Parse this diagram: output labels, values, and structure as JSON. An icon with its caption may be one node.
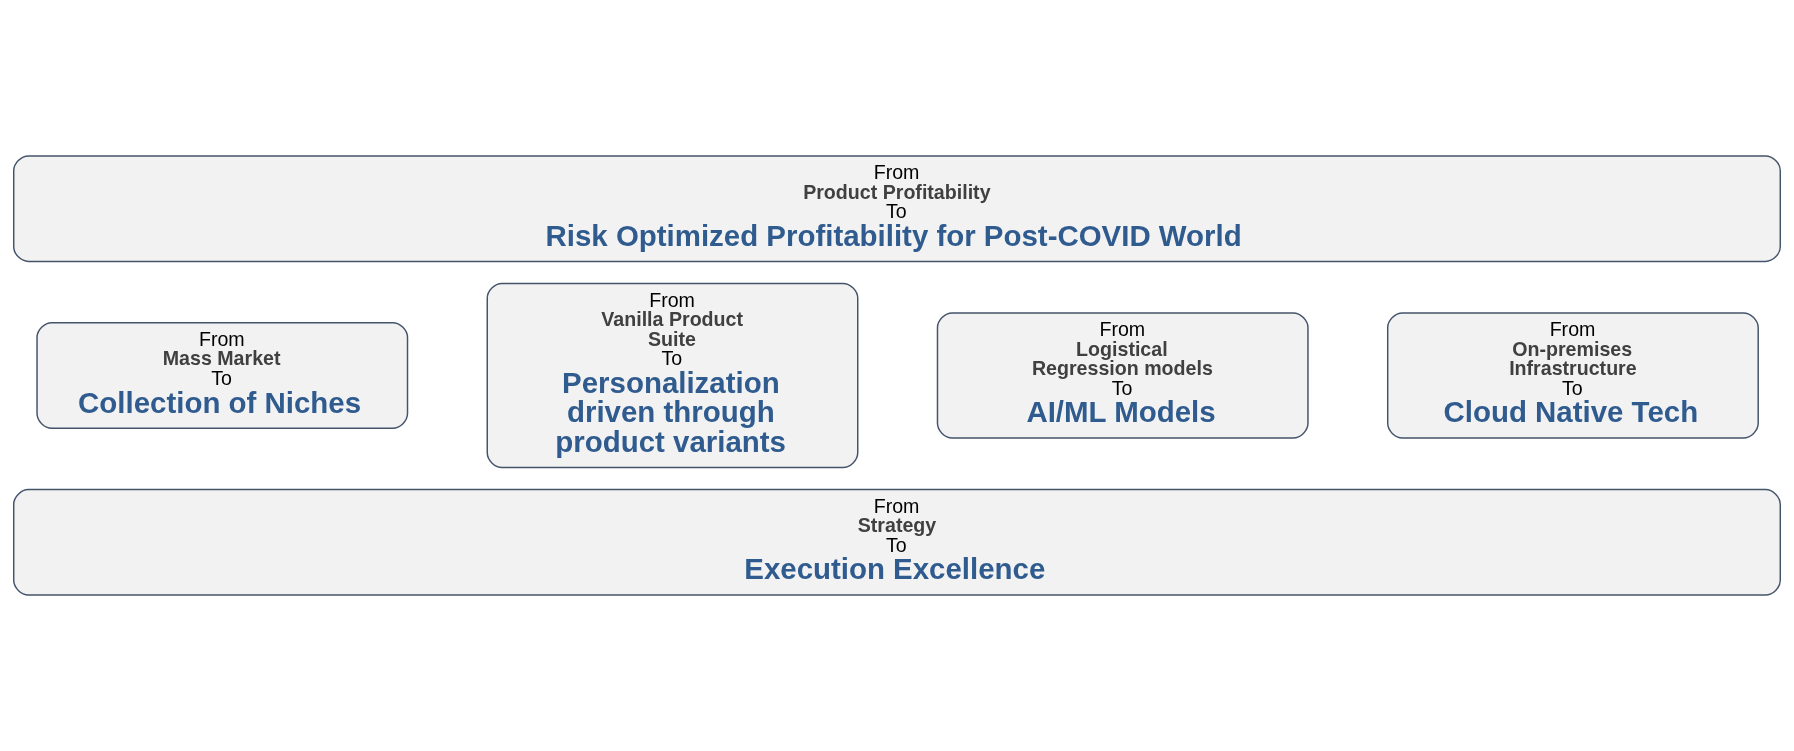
{
  "diagram": {
    "nodes": [
      {
        "text": [
          "From",
          "Product Profitability",
          "To",
          "Risk Optimized Profitability for Post-COVID World"
        ]
      },
      {
        "text": [
          "From",
          "Mass Market",
          "To",
          "Collection of Niches"
        ]
      },
      {
        "text": [
          "From",
          "Vanilla Product Suite",
          "To",
          "Personalization driven through product variants"
        ]
      },
      {
        "text": [
          "From",
          "Logistical Regression models",
          "To",
          "AI/ML Models"
        ]
      },
      {
        "text": [
          "From",
          "On-premises Infrastructure",
          "To",
          "Cloud Native Tech"
        ]
      },
      {
        "text": [
          "From",
          "Strategy",
          "To",
          "Execution Excellence"
        ]
      }
    ]
  }
}
